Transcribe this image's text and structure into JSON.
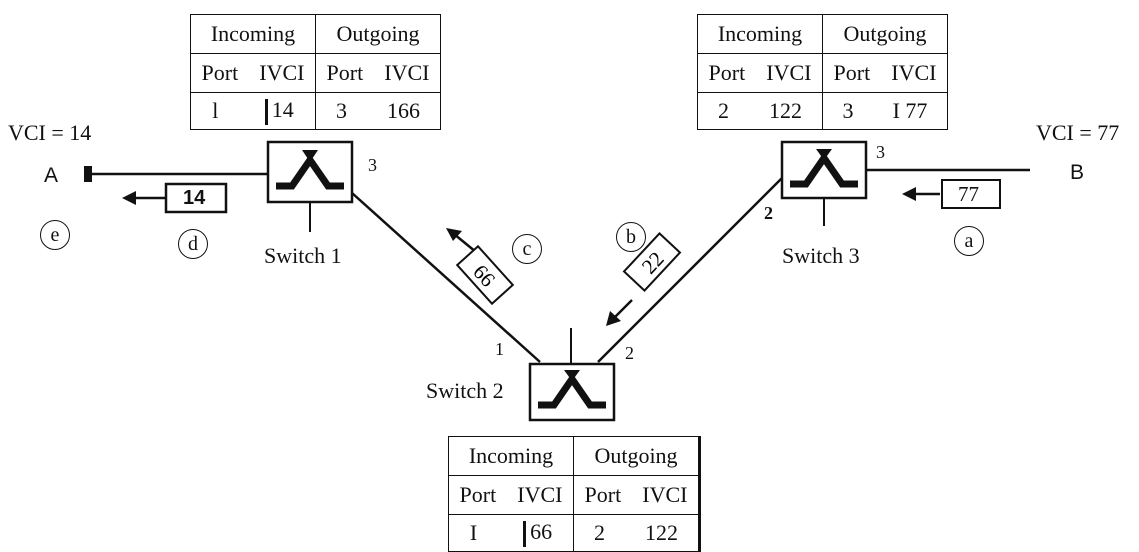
{
  "nodes": {
    "a_label": "A",
    "b_label": "B",
    "vci_a": "VCI = 14",
    "vci_b": "VCI = 77"
  },
  "switches": [
    {
      "name": "Switch 1",
      "ports": [
        "3"
      ]
    },
    {
      "name": "Switch 2",
      "ports": [
        "1",
        "2"
      ]
    },
    {
      "name": "Switch 3",
      "ports": [
        "3",
        "2"
      ]
    }
  ],
  "tables": {
    "switch1": {
      "header_in": "Incoming",
      "header_out": "Outgoing",
      "sub": [
        "Port",
        "IVCI",
        "Port",
        "IVCI"
      ],
      "row": [
        "l",
        "14",
        "3",
        "166"
      ]
    },
    "switch3": {
      "header_in": "Incoming",
      "header_out": "Outgoing",
      "sub": [
        "Port",
        "IVCI",
        "Port",
        "IVCI"
      ],
      "row": [
        "2",
        "122",
        "3",
        "I 77"
      ]
    },
    "switch2": {
      "header_in": "Incoming",
      "header_out": "Outgoing",
      "sub": [
        "Port",
        "IVCI",
        "Port",
        "IVCI"
      ],
      "row": [
        "I",
        "66",
        "2",
        "122"
      ]
    }
  },
  "cells": {
    "a": "77",
    "b": "22",
    "c": "66",
    "d": "14"
  },
  "steps": [
    "a",
    "b",
    "c",
    "d",
    "e"
  ]
}
